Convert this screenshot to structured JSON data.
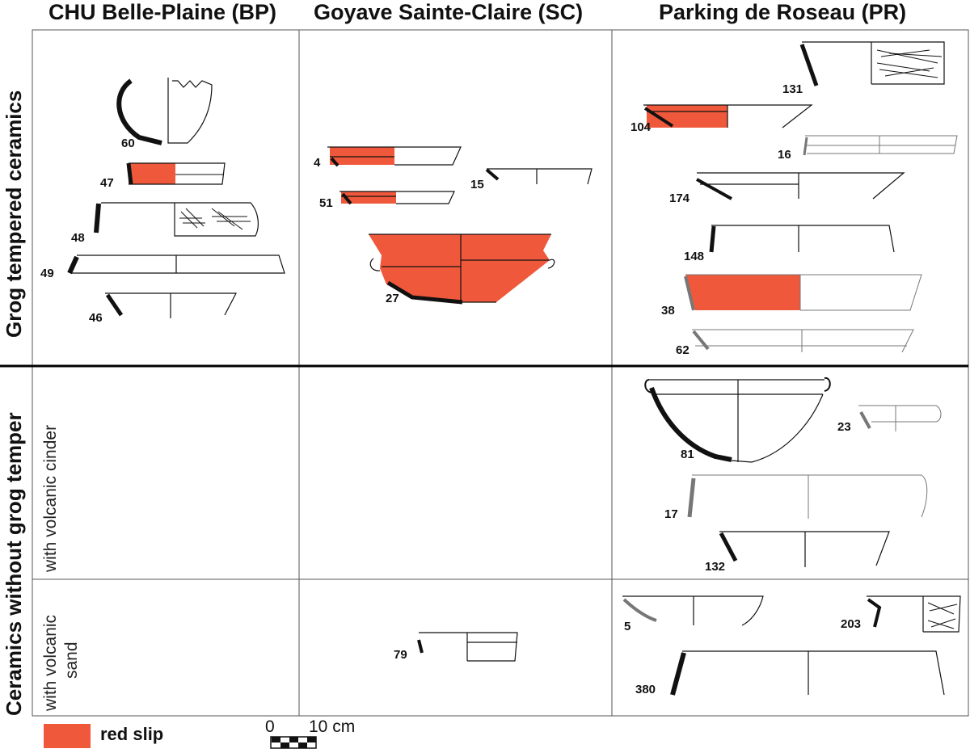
{
  "columns": [
    "CHU Belle-Plaine (BP)",
    "Goyave Sainte-Claire (SC)",
    "Parking de Roseau (PR)"
  ],
  "rows": {
    "top": "Grog tempered ceramics",
    "bottom": "Ceramics without grog temper",
    "sub_cinder": "with volcanic cinder",
    "sub_sand_1": "with volcanic",
    "sub_sand_2": "sand"
  },
  "legend": {
    "label": "red slip",
    "color": "#f0583c"
  },
  "scale": {
    "zero": "0",
    "ten": "10 cm"
  },
  "colors": {
    "red_slip": "#f0583c",
    "profile": "#111111",
    "grey_profile": "#777777"
  },
  "vessels": {
    "bp": [
      "60",
      "47",
      "48",
      "49",
      "46"
    ],
    "sc": [
      "4",
      "15",
      "51",
      "27",
      "79"
    ],
    "pr": [
      "131",
      "104",
      "16",
      "174",
      "148",
      "38",
      "62",
      "81",
      "23",
      "17",
      "132",
      "5",
      "203",
      "380"
    ]
  }
}
